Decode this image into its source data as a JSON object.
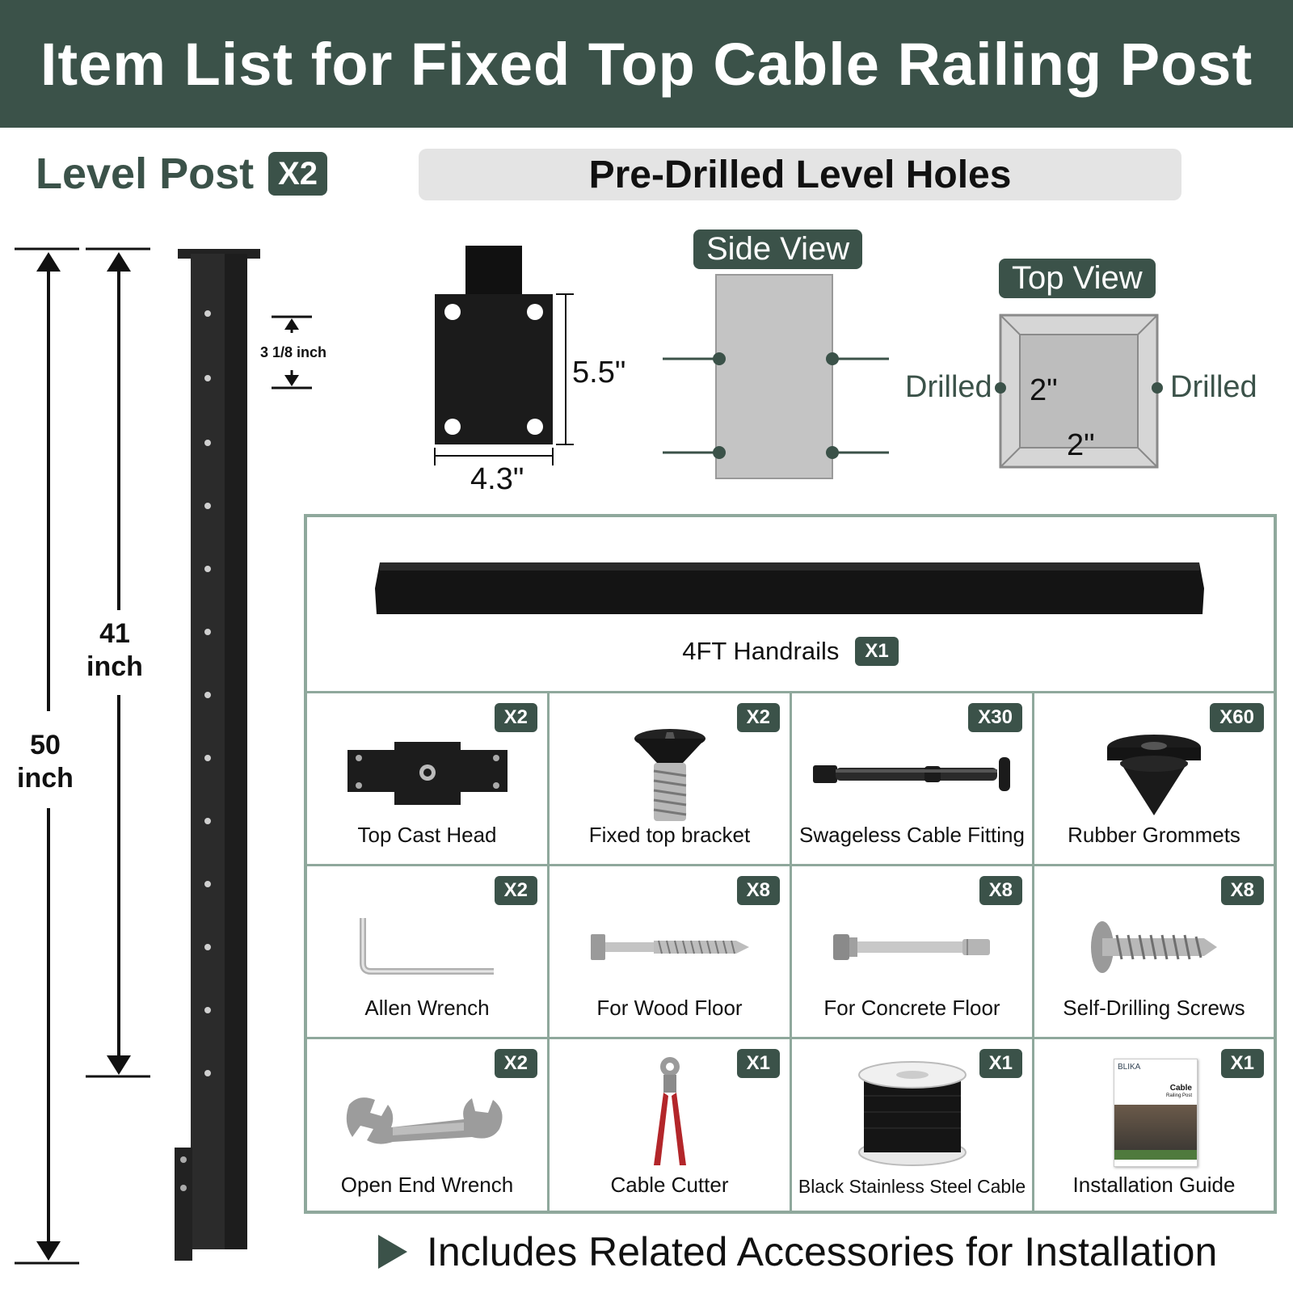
{
  "header": {
    "title": "Item List for Fixed Top Cable Railing Post"
  },
  "level_post": {
    "title": "Level Post",
    "qty": "X2"
  },
  "holes_banner": {
    "title": "Pre-Drilled Level Holes"
  },
  "dimensions": {
    "total_height": [
      "50",
      "inch"
    ],
    "hole_span": [
      "41",
      "inch"
    ],
    "hole_spacing": "3 1/8 inch",
    "base_height": "5.5\"",
    "base_width": "4.3\""
  },
  "side_view": {
    "label": "Side View"
  },
  "top_view": {
    "label": "Top View",
    "drilled_left": "Drilled",
    "drilled_right": "Drilled",
    "dim_a": "2\"",
    "dim_b": "2\""
  },
  "handrail": {
    "label": "4FT Handrails",
    "qty": "X1"
  },
  "items": [
    {
      "label": "Top Cast Head",
      "qty": "X2",
      "icon": "top-cast-head-icon"
    },
    {
      "label": "Fixed top bracket",
      "qty": "X2",
      "icon": "bracket-screw-icon"
    },
    {
      "label": "Swageless Cable Fitting",
      "qty": "X30",
      "icon": "cable-fitting-icon"
    },
    {
      "label": "Rubber Grommets",
      "qty": "X60",
      "icon": "grommet-icon"
    },
    {
      "label": "Allen Wrench",
      "qty": "X2",
      "icon": "allen-wrench-icon"
    },
    {
      "label": "For Wood Floor",
      "qty": "X8",
      "icon": "lag-screw-icon"
    },
    {
      "label": "For Concrete Floor",
      "qty": "X8",
      "icon": "anchor-bolt-icon"
    },
    {
      "label": "Self-Drilling Screws",
      "qty": "X8",
      "icon": "self-drilling-screw-icon"
    },
    {
      "label": "Open End Wrench",
      "qty": "X2",
      "icon": "open-end-wrench-icon"
    },
    {
      "label": "Cable Cutter",
      "qty": "X1",
      "icon": "cable-cutter-icon"
    },
    {
      "label": "Black Stainless Steel Cable",
      "qty": "X1",
      "icon": "cable-spool-icon"
    },
    {
      "label": "Installation Guide",
      "qty": "X1",
      "icon": "guide-booklet-icon"
    }
  ],
  "guide_booklet": {
    "brand": "BLIKA",
    "title": "Cable",
    "subtitle": "Railing Post"
  },
  "footer": {
    "text": "Includes Related Accessories for Installation"
  },
  "colors": {
    "accent": "#3b5249",
    "grid_border": "#8fa89c",
    "banner_bg": "#e4e4e4"
  }
}
